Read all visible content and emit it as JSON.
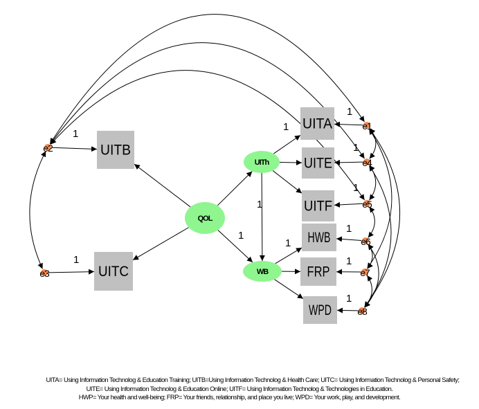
{
  "diagram": {
    "type": "structural-equation-model",
    "observed": [
      {
        "id": "UITB",
        "label": "UITB"
      },
      {
        "id": "UITC",
        "label": "UITC"
      },
      {
        "id": "UITA",
        "label": "UITA"
      },
      {
        "id": "UITE",
        "label": "UITE"
      },
      {
        "id": "UITF",
        "label": "UITF"
      },
      {
        "id": "HWB",
        "label": "HWB"
      },
      {
        "id": "FRP",
        "label": "FRP"
      },
      {
        "id": "WPD",
        "label": "WPD"
      }
    ],
    "latent": [
      {
        "id": "QOL",
        "label": "QOL"
      },
      {
        "id": "UITh",
        "label": "UITh"
      },
      {
        "id": "WB",
        "label": "WB"
      }
    ],
    "errors": [
      {
        "id": "e1",
        "label": "e1"
      },
      {
        "id": "e2",
        "label": "e2"
      },
      {
        "id": "e3",
        "label": "e3"
      },
      {
        "id": "e4",
        "label": "e4"
      },
      {
        "id": "e5",
        "label": "e5"
      },
      {
        "id": "e6",
        "label": "e6"
      },
      {
        "id": "e7",
        "label": "e7"
      },
      {
        "id": "e8",
        "label": "e8"
      }
    ],
    "paths": [
      {
        "from": "QOL",
        "to": "UITB",
        "weight": ""
      },
      {
        "from": "QOL",
        "to": "UITC",
        "weight": ""
      },
      {
        "from": "QOL",
        "to": "UITh",
        "weight": ""
      },
      {
        "from": "QOL",
        "to": "WB",
        "weight": "1"
      },
      {
        "from": "UITh",
        "to": "WB",
        "weight": "1"
      },
      {
        "from": "UITh",
        "to": "UITA",
        "weight": "1"
      },
      {
        "from": "UITh",
        "to": "UITE",
        "weight": ""
      },
      {
        "from": "UITh",
        "to": "UITF",
        "weight": ""
      },
      {
        "from": "WB",
        "to": "HWB",
        "weight": "1"
      },
      {
        "from": "WB",
        "to": "FRP",
        "weight": ""
      },
      {
        "from": "WB",
        "to": "WPD",
        "weight": ""
      },
      {
        "from": "e2",
        "to": "UITB",
        "weight": "1"
      },
      {
        "from": "e3",
        "to": "UITC",
        "weight": "1"
      },
      {
        "from": "e1",
        "to": "UITA",
        "weight": "1"
      },
      {
        "from": "e4",
        "to": "UITE",
        "weight": "1"
      },
      {
        "from": "e5",
        "to": "UITF",
        "weight": "1"
      },
      {
        "from": "e6",
        "to": "HWB",
        "weight": "1"
      },
      {
        "from": "e7",
        "to": "FRP",
        "weight": "1"
      },
      {
        "from": "e8",
        "to": "WPD",
        "weight": "1"
      }
    ],
    "covariances": [
      [
        "e2",
        "e3"
      ],
      [
        "e2",
        "e1"
      ],
      [
        "e2",
        "e4"
      ],
      [
        "e2",
        "e5"
      ],
      [
        "e1",
        "e4"
      ],
      [
        "e4",
        "e5"
      ],
      [
        "e5",
        "e6"
      ],
      [
        "e6",
        "e7"
      ],
      [
        "e7",
        "e8"
      ],
      [
        "e6",
        "e8"
      ],
      [
        "e1",
        "e7"
      ],
      [
        "e1",
        "e8"
      ],
      [
        "e4",
        "e8"
      ]
    ]
  },
  "colors": {
    "observed_fill": "#c0c0c0",
    "latent_fill": "#8ff58f",
    "error_fill": "#f5894f",
    "line": "#000000"
  },
  "caption": {
    "line1": "UITA= Using Information Technolog & Education Training; UITB=Using Information Technolog & Health Care; UITC= Using Information Technolog & Personal Safety;",
    "line2": "UITE= Using Information Technolog & Education Online; UITF= Using Information Technolog & Technologies in Education.",
    "line3": "HWP= Your health and well-being; FRP= Your friends, relationship, and place you live; WPD= Your work, play, and development."
  }
}
